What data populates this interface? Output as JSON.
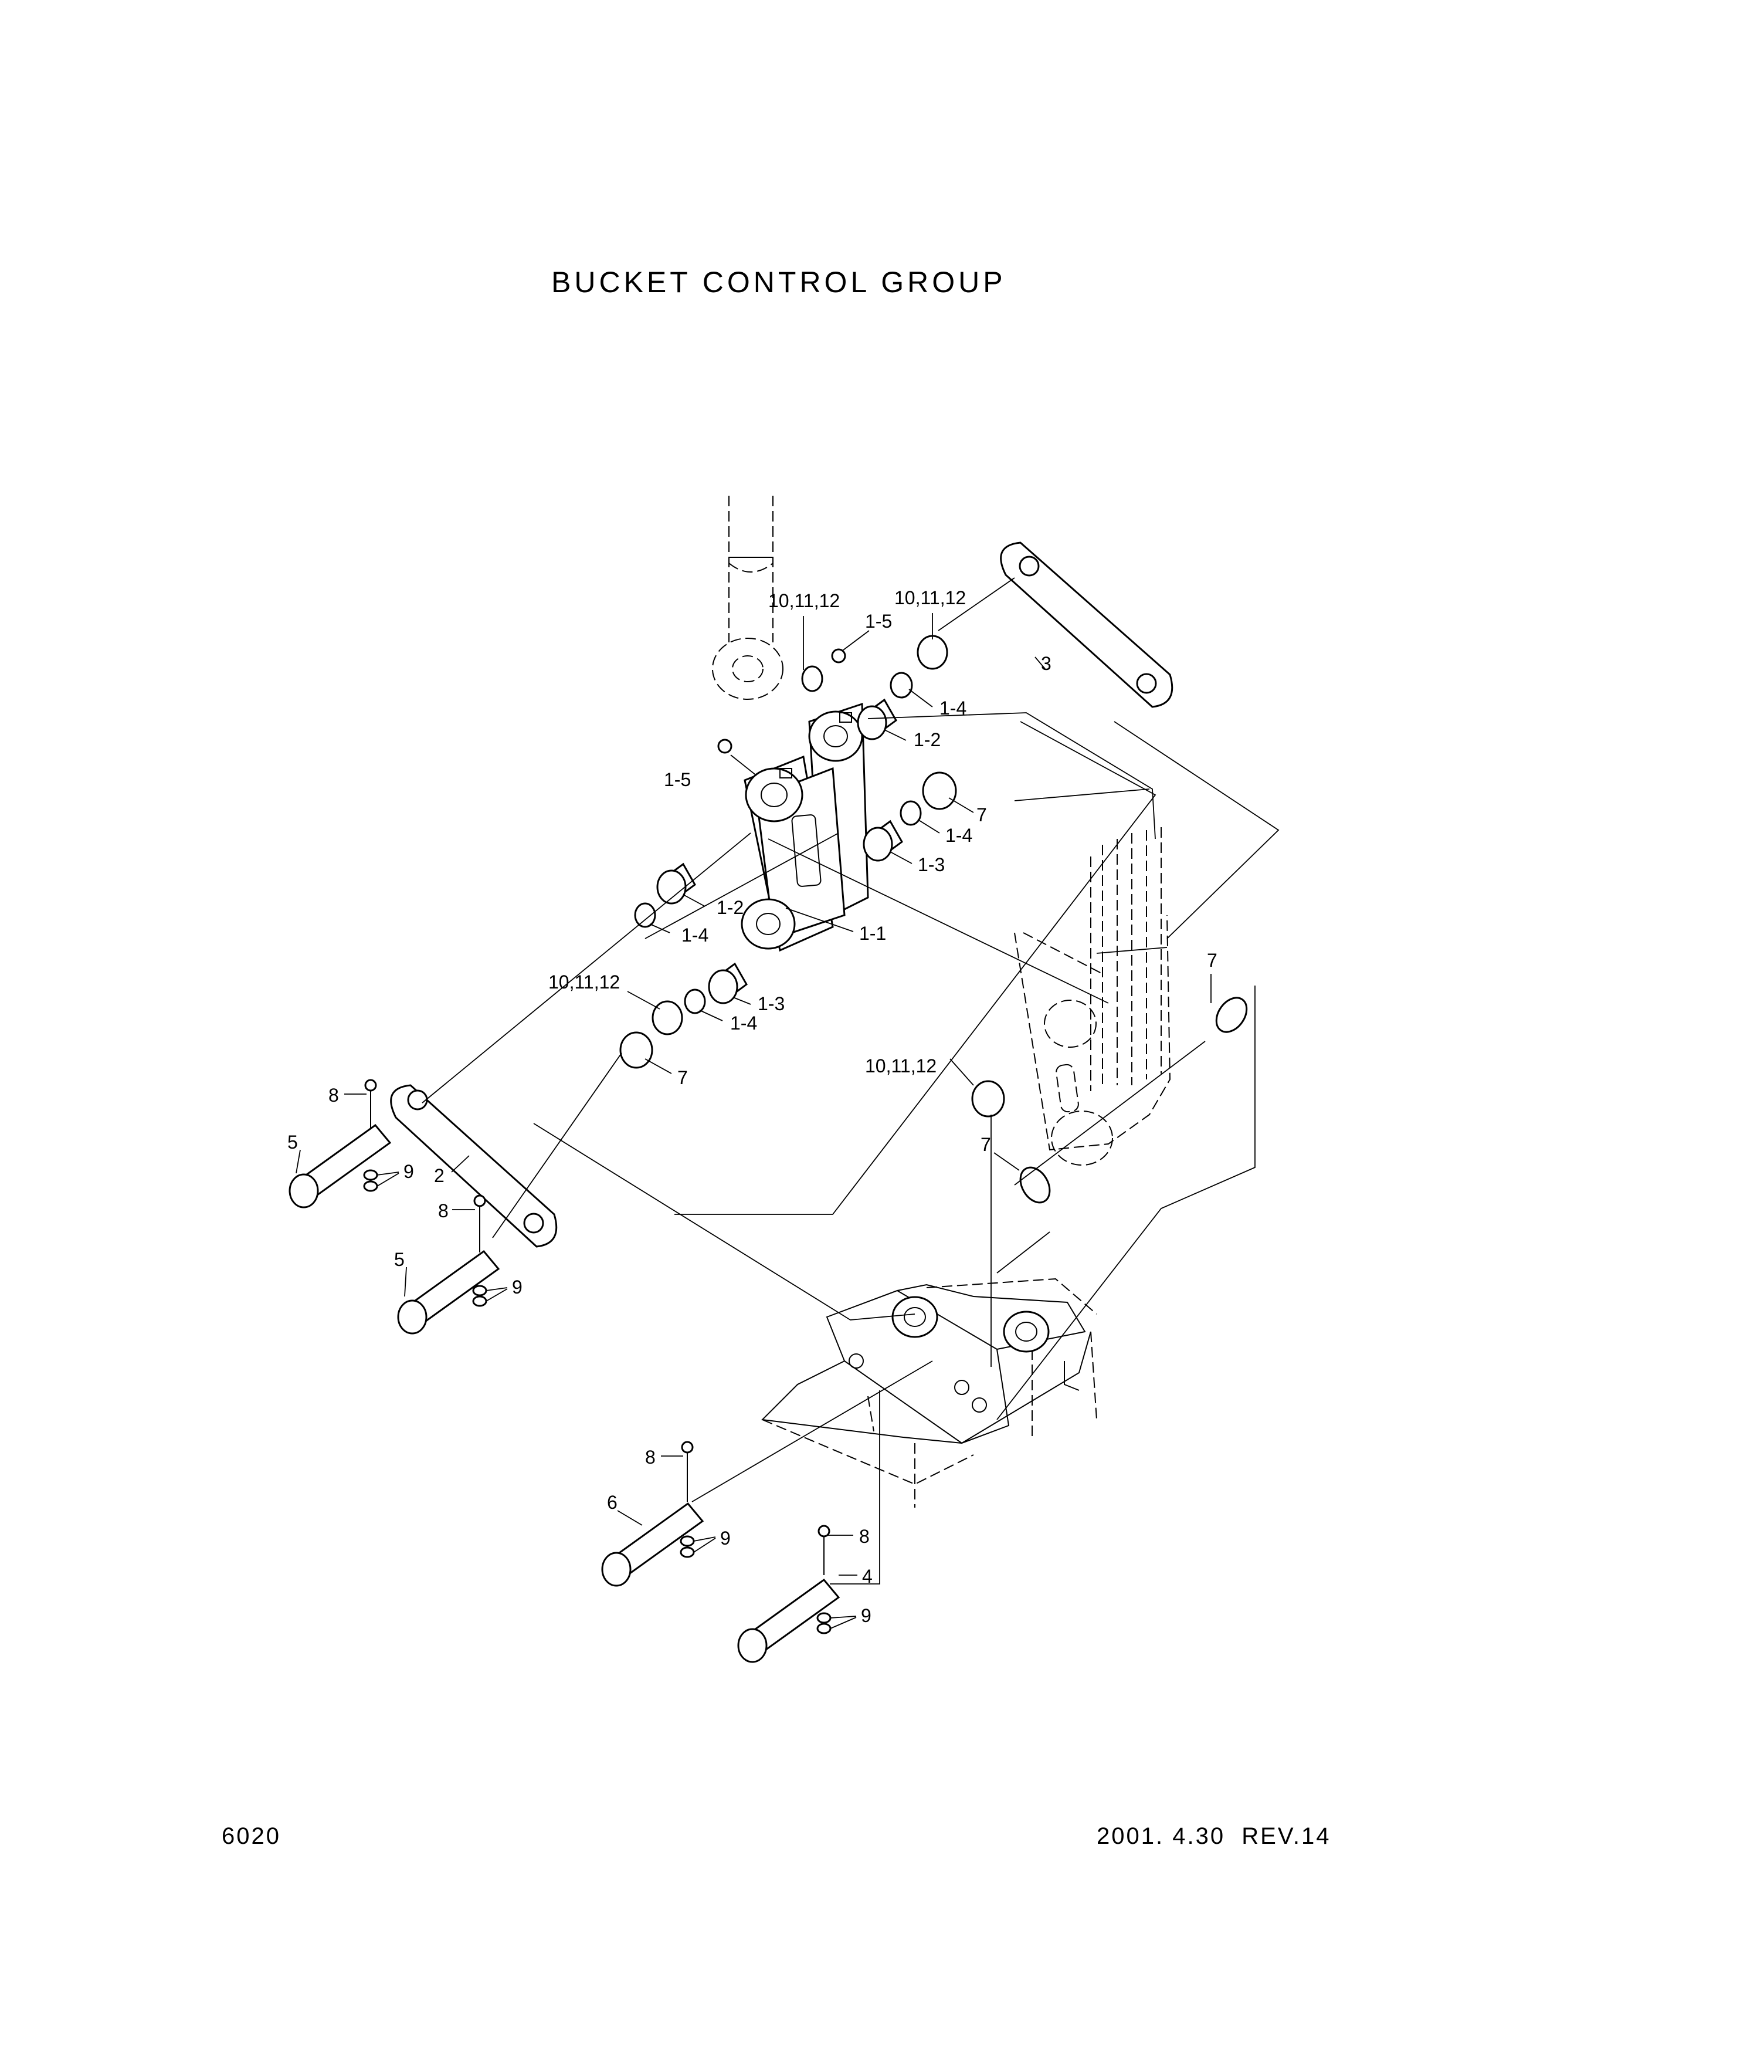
{
  "title": "BUCKET CONTROL GROUP",
  "page_number": "6020",
  "revision": "2001. 4.30  REV.14",
  "callouts": {
    "c1": "10,11,12",
    "c2": "10,11,12",
    "c3": "1-5",
    "c4": "1-4",
    "c5": "1-2",
    "c6": "3",
    "c7": "1-5",
    "c8": "7",
    "c9": "1-4",
    "c10": "1-3",
    "c11": "1-2",
    "c12": "1-1",
    "c13": "1-4",
    "c14": "10,11,12",
    "c15": "1-3",
    "c16": "1-4",
    "c17": "7",
    "c18": "7",
    "c19": "10,11,12",
    "c20": "8",
    "c21": "5",
    "c22": "9",
    "c23": "2",
    "c24": "8",
    "c25": "5",
    "c26": "9",
    "c27": "7",
    "c28": "8",
    "c29": "6",
    "c30": "9",
    "c31": "8",
    "c32": "4",
    "c33": "9"
  }
}
